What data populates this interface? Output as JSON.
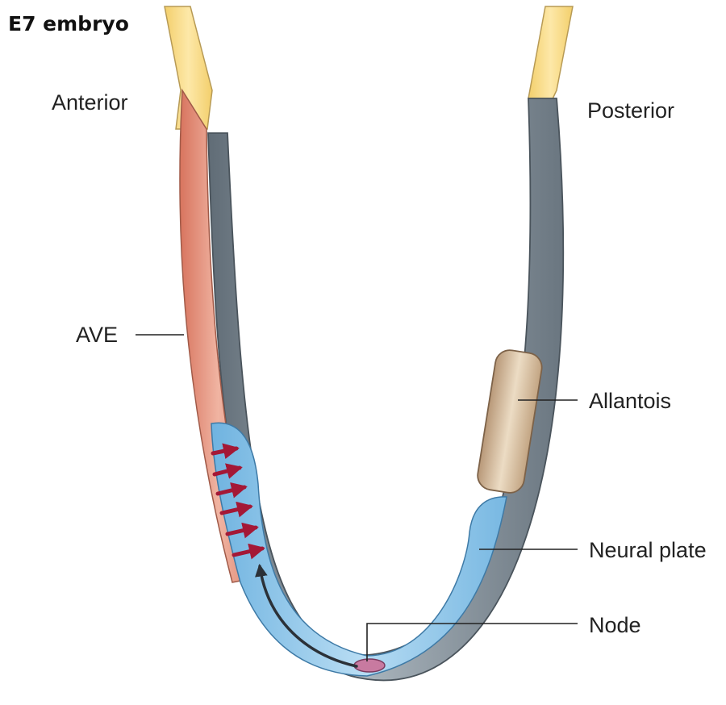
{
  "title": "E7 embryo",
  "labels": {
    "anterior": "Anterior",
    "posterior": "Posterior",
    "ave": "AVE",
    "allantois": "Allantois",
    "neural_plate": "Neural plate",
    "node": "Node"
  },
  "colors": {
    "extraembryonic": "#f8dc8c",
    "ave": "#e59a86",
    "endoderm": "#7e8b95",
    "neural_plate": "#9ccbe8",
    "allantois": "#ccb290",
    "node": "#c87aa0",
    "arrows": "#a41836",
    "migration_arrow": "#2b3138"
  }
}
